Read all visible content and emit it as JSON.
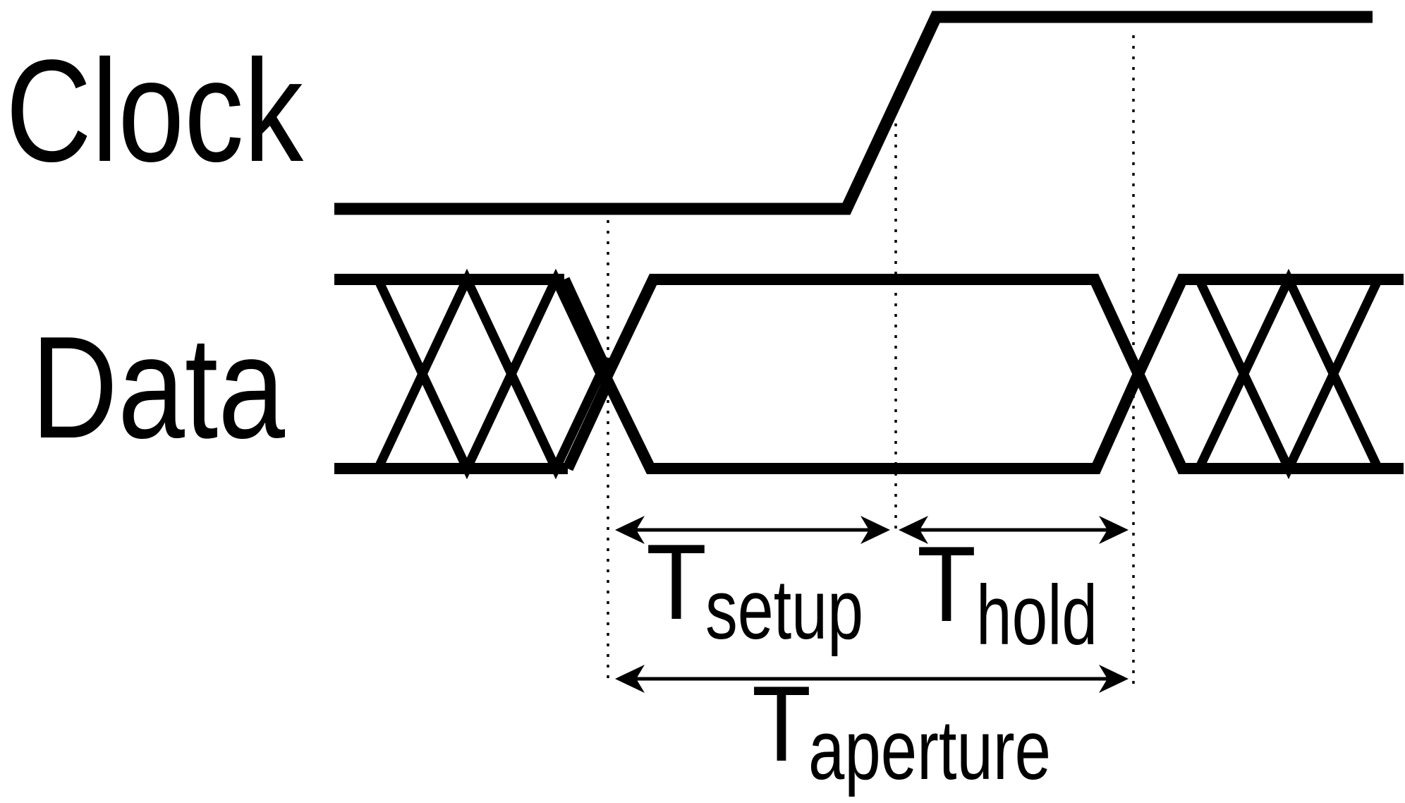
{
  "labels": {
    "clock": "Clock",
    "data": "Data"
  },
  "timing": {
    "setup": {
      "symbol": "T",
      "subscript": "setup"
    },
    "hold": {
      "symbol": "T",
      "subscript": "hold"
    },
    "aperture": {
      "symbol": "T",
      "subscript": "aperture"
    }
  },
  "colors": {
    "stroke": "#000000",
    "background": "#ffffff"
  }
}
